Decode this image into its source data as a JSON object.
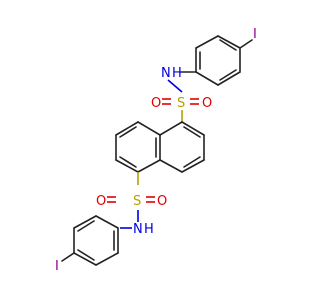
{
  "molecule": {
    "atom_labels": {
      "iodine_top": "I",
      "nh_top": "N",
      "h_top": "H",
      "s_top": "S",
      "o_top_left": "O",
      "o_top_right": "O",
      "s_bottom": "S",
      "o_bottom_left": "O",
      "o_bottom_right": "O",
      "nh_bottom": "N",
      "h_bottom": "H",
      "iodine_bottom": "I"
    },
    "colors": {
      "bond": "#222222",
      "sulfur": "#b8a000",
      "oxygen": "#e00000",
      "nitrogen": "#0000e0",
      "iodine": "#8a008a"
    }
  }
}
